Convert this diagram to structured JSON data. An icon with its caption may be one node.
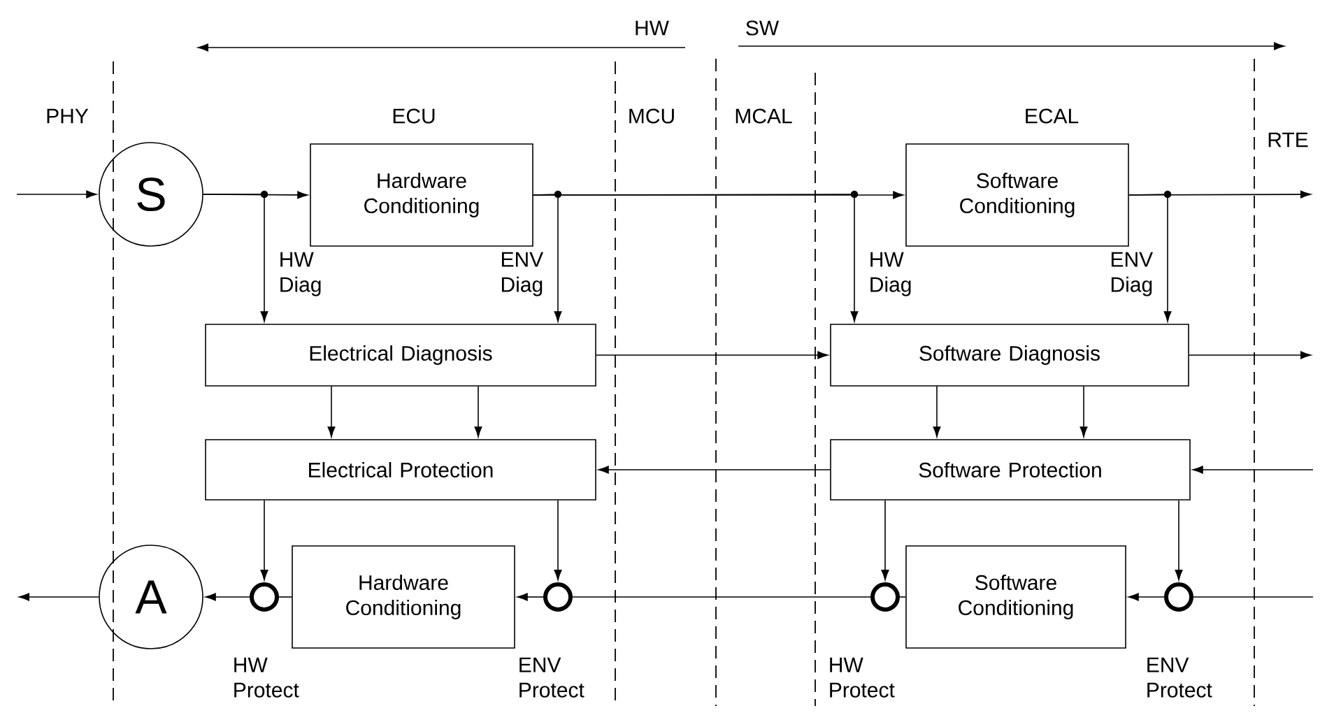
{
  "diagram": {
    "nodes": [
      {
        "text": [
          "S"
        ]
      },
      {
        "text": [
          "Hardware Conditioning"
        ]
      },
      {
        "text": [
          "Software Conditioning"
        ]
      },
      {
        "text": [
          "Electrical Diagnosis"
        ]
      },
      {
        "text": [
          "Software Diagnosis"
        ]
      },
      {
        "text": [
          "Electrical Protection"
        ]
      },
      {
        "text": [
          "Software Protection"
        ]
      },
      {
        "text": [
          "A"
        ]
      },
      {
        "text": [],
        "shape": "circle"
      },
      {
        "text": [
          "Hardware Conditioning"
        ]
      },
      {
        "text": [],
        "shape": "circle"
      },
      {
        "text": [],
        "shape": "circle"
      },
      {
        "text": [
          "Software Conditioning"
        ]
      },
      {
        "text": [],
        "shape": "circle"
      }
    ],
    "edges": [
      {
        "from": null,
        "to": 0,
        "arrow": "to"
      },
      {
        "from": 0,
        "to": 1,
        "arrow": "to"
      },
      {
        "from": 0,
        "to": 3,
        "arrow": "to",
        "label": "HW Diag"
      },
      {
        "from": 1,
        "to": 2,
        "arrow": "to"
      },
      {
        "from": 1,
        "to": 3,
        "arrow": "to",
        "label": "ENV Diag"
      },
      {
        "from": 1,
        "to": 4,
        "arrow": "to",
        "label": "HW Diag"
      },
      {
        "from": 2,
        "to": null,
        "arrow": "to"
      },
      {
        "from": 2,
        "to": 4,
        "arrow": "to",
        "label": "ENV Diag"
      },
      {
        "from": 3,
        "to": 4,
        "arrow": "to"
      },
      {
        "from": 4,
        "to": null,
        "arrow": "to"
      },
      {
        "from": 3,
        "to": 5,
        "arrow": "to"
      },
      {
        "from": 3,
        "to": 5,
        "arrow": "to"
      },
      {
        "from": 4,
        "to": 6,
        "arrow": "to"
      },
      {
        "from": 4,
        "to": 6,
        "arrow": "to"
      },
      {
        "from": 6,
        "to": 5,
        "arrow": "to"
      },
      {
        "from": null,
        "to": 6,
        "arrow": "to"
      },
      {
        "from": 5,
        "to": 8,
        "arrow": "to"
      },
      {
        "from": 5,
        "to": 10,
        "arrow": "to"
      },
      {
        "from": 6,
        "to": 11,
        "arrow": "to"
      },
      {
        "from": 6,
        "to": 13,
        "arrow": "to"
      },
      {
        "from": 9,
        "to": 8,
        "arrow": "none"
      },
      {
        "from": 8,
        "to": 7,
        "arrow": "to"
      },
      {
        "from": 7,
        "to": null,
        "arrow": "to"
      },
      {
        "from": 10,
        "to": 9,
        "arrow": "to"
      },
      {
        "from": 11,
        "to": 10,
        "arrow": "none"
      },
      {
        "from": 12,
        "to": 11,
        "arrow": "none"
      },
      {
        "from": 13,
        "to": 12,
        "arrow": "to"
      },
      {
        "from": null,
        "to": 13,
        "arrow": "none"
      }
    ],
    "labels": [
      "HW",
      "SW",
      "PHY",
      "ECU",
      "MCU",
      "MCAL",
      "ECAL",
      "RTE",
      "HW Protect",
      "ENV Protect",
      "HW Protect",
      "ENV Protect"
    ]
  }
}
